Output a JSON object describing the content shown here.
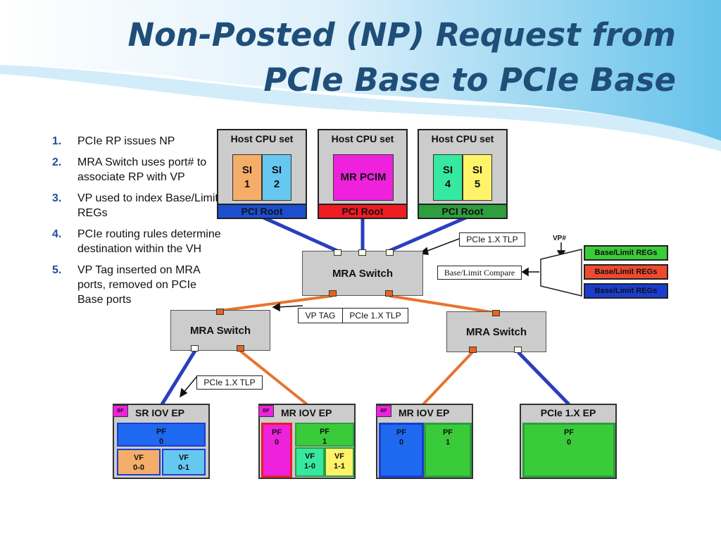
{
  "title": "Non-Posted (NP) Request from PCIe Base to PCIe Base",
  "steps": [
    {
      "num": "1.",
      "text": "PCIe RP issues NP"
    },
    {
      "num": "2.",
      "text": "MRA Switch uses port# to associate RP with VP"
    },
    {
      "num": "3.",
      "text": "VP used to index Base/Limit REGs"
    },
    {
      "num": "4.",
      "text": "PCIe routing rules determine destination within the VH"
    },
    {
      "num": "5.",
      "text": "VP Tag inserted on MRA ports, removed on PCIe Base ports"
    }
  ],
  "hosts": [
    {
      "caption": "Host CPU set",
      "cells": [
        "SI\n1",
        "SI\n2"
      ],
      "root": "PCI Root"
    },
    {
      "caption": "Host CPU set",
      "cells": [
        "MR PCIM"
      ],
      "root": "PCI Root"
    },
    {
      "caption": "Host CPU set",
      "cells": [
        "SI\n4",
        "SI\n5"
      ],
      "root": "PCI Root"
    }
  ],
  "switches": {
    "top": "MRA Switch",
    "left": "MRA Switch",
    "right": "MRA Switch"
  },
  "labels": {
    "tlp_top": "PCIe 1.X TLP",
    "compare": "Base/Limit Compare",
    "vp_hash": "VP#",
    "vp_tag": "VP TAG",
    "tlp_mid": "PCIe 1.X TLP",
    "tlp_bottom": "PCIe 1.X TLP"
  },
  "regs": [
    "Base/Limit REGs",
    "Base/Limit REGs",
    "Base/Limit REGs"
  ],
  "endpoints": {
    "sr": {
      "title": "SR IOV EP",
      "bf": "BF",
      "pf": "PF\n0",
      "vf0": "VF\n0-0",
      "vf1": "VF\n0-1"
    },
    "mr1": {
      "title": "MR IOV EP",
      "bf": "BF",
      "pf0": "PF\n0",
      "pf1": "PF\n1",
      "vf0": "VF\n1-0",
      "vf1": "VF\n1-1"
    },
    "mr2": {
      "title": "MR IOV EP",
      "bf": "BF",
      "pf0": "PF\n0",
      "pf1": "PF\n1"
    },
    "pcie": {
      "title": "PCIe 1.X EP",
      "pf": "PF\n0"
    }
  },
  "colors": {
    "title": "#1f4e79",
    "root_blue": "#1b4fcf",
    "root_red": "#ee1c24",
    "root_green": "#2e9e3e",
    "link_blue": "#2a3fbf",
    "link_orange": "#e8732e"
  }
}
